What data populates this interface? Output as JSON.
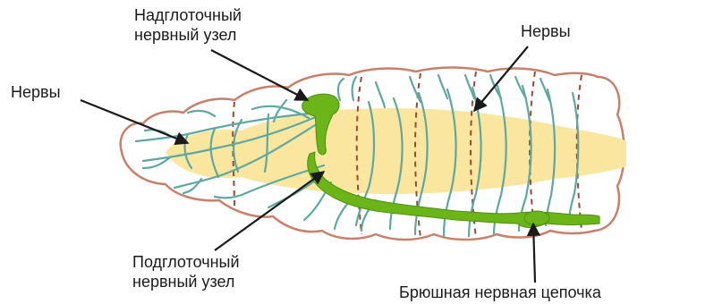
{
  "labels": {
    "supra": {
      "line1": "Надглоточный",
      "line2": "нервный узел"
    },
    "nerves_left": "Нервы",
    "nerves_right": "Нервы",
    "sub": {
      "line1": "Подглоточный",
      "line2": "нервный узел"
    },
    "ventral_chain": "Брюшная нервная цепочка"
  },
  "colors": {
    "body_outline": "#c7816a",
    "segment_line": "#9b4a34",
    "gut": "#fbe6a0",
    "ganglion": "#6bb519",
    "nerve": "#5fa8a0",
    "arrow": "#1a1a1a",
    "text": "#1a1a1a"
  }
}
